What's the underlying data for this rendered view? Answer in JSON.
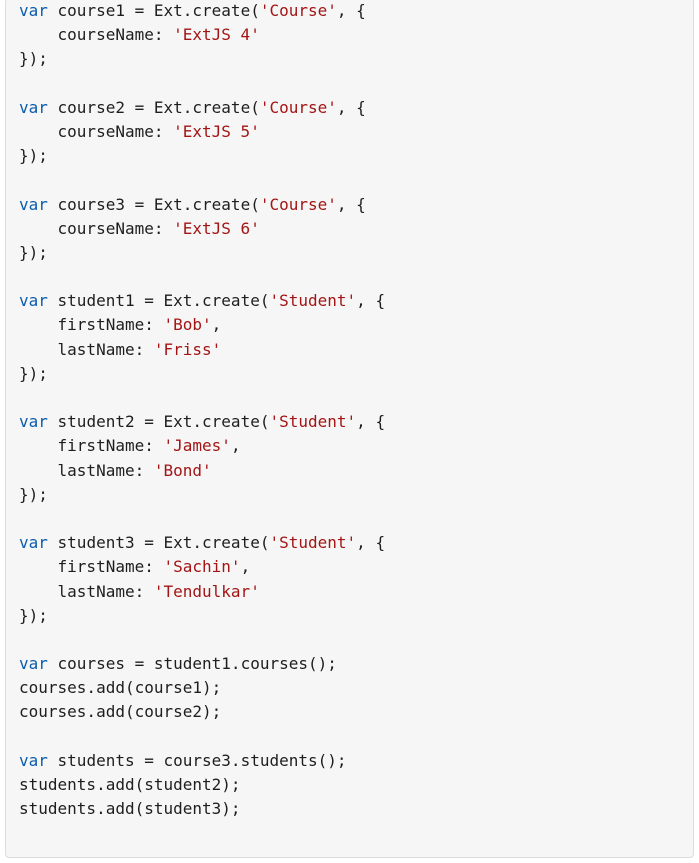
{
  "colors": {
    "background": "#f6f6f6",
    "border": "#dcdcdc",
    "keyword": "#0b5cad",
    "string": "#a31515",
    "plain": "#1e1e1e"
  },
  "code": {
    "language": "javascript",
    "lines": [
      [
        {
          "t": "kw",
          "v": "var"
        },
        {
          "t": "pl",
          "v": " course1 = Ext.create("
        },
        {
          "t": "str",
          "v": "'Course'"
        },
        {
          "t": "pl",
          "v": ", {"
        }
      ],
      [
        {
          "t": "pl",
          "v": "    courseName: "
        },
        {
          "t": "str",
          "v": "'ExtJS 4'"
        }
      ],
      [
        {
          "t": "pl",
          "v": "});"
        }
      ],
      [],
      [
        {
          "t": "kw",
          "v": "var"
        },
        {
          "t": "pl",
          "v": " course2 = Ext.create("
        },
        {
          "t": "str",
          "v": "'Course'"
        },
        {
          "t": "pl",
          "v": ", {"
        }
      ],
      [
        {
          "t": "pl",
          "v": "    courseName: "
        },
        {
          "t": "str",
          "v": "'ExtJS 5'"
        }
      ],
      [
        {
          "t": "pl",
          "v": "});"
        }
      ],
      [],
      [
        {
          "t": "kw",
          "v": "var"
        },
        {
          "t": "pl",
          "v": " course3 = Ext.create("
        },
        {
          "t": "str",
          "v": "'Course'"
        },
        {
          "t": "pl",
          "v": ", {"
        }
      ],
      [
        {
          "t": "pl",
          "v": "    courseName: "
        },
        {
          "t": "str",
          "v": "'ExtJS 6'"
        }
      ],
      [
        {
          "t": "pl",
          "v": "});"
        }
      ],
      [],
      [
        {
          "t": "kw",
          "v": "var"
        },
        {
          "t": "pl",
          "v": " student1 = Ext.create("
        },
        {
          "t": "str",
          "v": "'Student'"
        },
        {
          "t": "pl",
          "v": ", {"
        }
      ],
      [
        {
          "t": "pl",
          "v": "    firstName: "
        },
        {
          "t": "str",
          "v": "'Bob'"
        },
        {
          "t": "pl",
          "v": ","
        }
      ],
      [
        {
          "t": "pl",
          "v": "    lastName: "
        },
        {
          "t": "str",
          "v": "'Friss'"
        }
      ],
      [
        {
          "t": "pl",
          "v": "});"
        }
      ],
      [],
      [
        {
          "t": "kw",
          "v": "var"
        },
        {
          "t": "pl",
          "v": " student2 = Ext.create("
        },
        {
          "t": "str",
          "v": "'Student'"
        },
        {
          "t": "pl",
          "v": ", {"
        }
      ],
      [
        {
          "t": "pl",
          "v": "    firstName: "
        },
        {
          "t": "str",
          "v": "'James'"
        },
        {
          "t": "pl",
          "v": ","
        }
      ],
      [
        {
          "t": "pl",
          "v": "    lastName: "
        },
        {
          "t": "str",
          "v": "'Bond'"
        }
      ],
      [
        {
          "t": "pl",
          "v": "});"
        }
      ],
      [],
      [
        {
          "t": "kw",
          "v": "var"
        },
        {
          "t": "pl",
          "v": " student3 = Ext.create("
        },
        {
          "t": "str",
          "v": "'Student'"
        },
        {
          "t": "pl",
          "v": ", {"
        }
      ],
      [
        {
          "t": "pl",
          "v": "    firstName: "
        },
        {
          "t": "str",
          "v": "'Sachin'"
        },
        {
          "t": "pl",
          "v": ","
        }
      ],
      [
        {
          "t": "pl",
          "v": "    lastName: "
        },
        {
          "t": "str",
          "v": "'Tendulkar'"
        }
      ],
      [
        {
          "t": "pl",
          "v": "});"
        }
      ],
      [],
      [
        {
          "t": "kw",
          "v": "var"
        },
        {
          "t": "pl",
          "v": " courses = student1.courses();"
        }
      ],
      [
        {
          "t": "pl",
          "v": "courses.add(course1);"
        }
      ],
      [
        {
          "t": "pl",
          "v": "courses.add(course2);"
        }
      ],
      [],
      [
        {
          "t": "kw",
          "v": "var"
        },
        {
          "t": "pl",
          "v": " students = course3.students();"
        }
      ],
      [
        {
          "t": "pl",
          "v": "students.add(student2);"
        }
      ],
      [
        {
          "t": "pl",
          "v": "students.add(student3);"
        }
      ]
    ]
  }
}
